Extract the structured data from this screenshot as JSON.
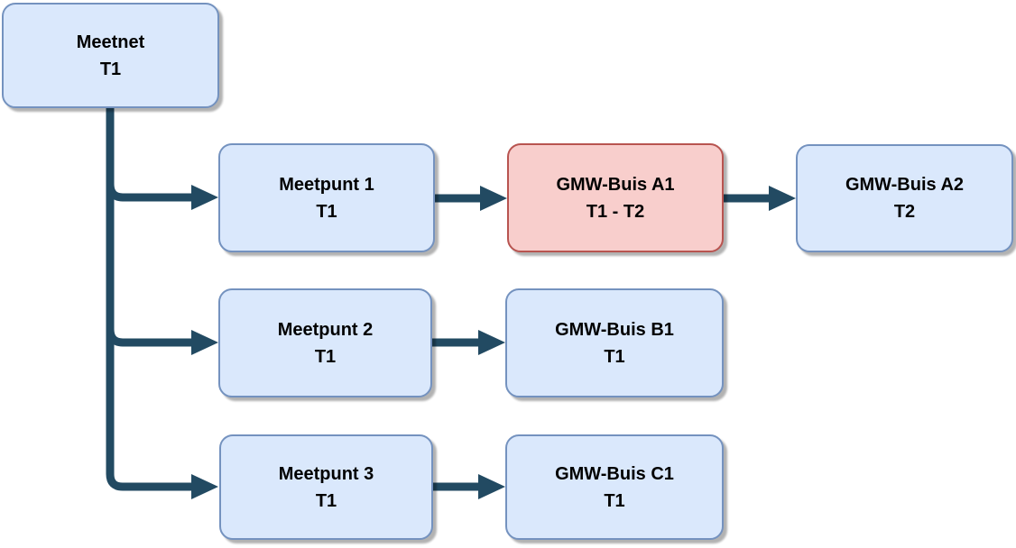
{
  "diagram": {
    "type": "tree",
    "description": "Monitoring network hierarchy: Meetnet with three Meetpunt branches and their GMW-Buis children",
    "colors": {
      "node_blue_fill": "#dae8fc",
      "node_blue_border": "#7492bf",
      "node_red_fill": "#f8cecc",
      "node_red_border": "#b85450",
      "connector": "#224a62",
      "text": "#000000",
      "background": "#ffffff"
    },
    "nodes": {
      "meetnet": {
        "line1": "Meetnet",
        "line2": "T1",
        "status": "blue"
      },
      "meetpunt1": {
        "line1": "Meetpunt 1",
        "line2": "T1",
        "status": "blue"
      },
      "gmw_a1": {
        "line1": "GMW-Buis A1",
        "line2": "T1 - T2",
        "status": "red"
      },
      "gmw_a2": {
        "line1": "GMW-Buis A2",
        "line2": "T2",
        "status": "blue"
      },
      "meetpunt2": {
        "line1": "Meetpunt 2",
        "line2": "T1",
        "status": "blue"
      },
      "gmw_b1": {
        "line1": "GMW-Buis B1",
        "line2": "T1",
        "status": "blue"
      },
      "meetpunt3": {
        "line1": "Meetpunt 3",
        "line2": "T1",
        "status": "blue"
      },
      "gmw_c1": {
        "line1": "GMW-Buis C1",
        "line2": "T1",
        "status": "blue"
      }
    },
    "edges": [
      {
        "from": "meetnet",
        "to": "meetpunt1"
      },
      {
        "from": "meetnet",
        "to": "meetpunt2"
      },
      {
        "from": "meetnet",
        "to": "meetpunt3"
      },
      {
        "from": "meetpunt1",
        "to": "gmw_a1"
      },
      {
        "from": "gmw_a1",
        "to": "gmw_a2"
      },
      {
        "from": "meetpunt2",
        "to": "gmw_b1"
      },
      {
        "from": "meetpunt3",
        "to": "gmw_c1"
      }
    ]
  }
}
